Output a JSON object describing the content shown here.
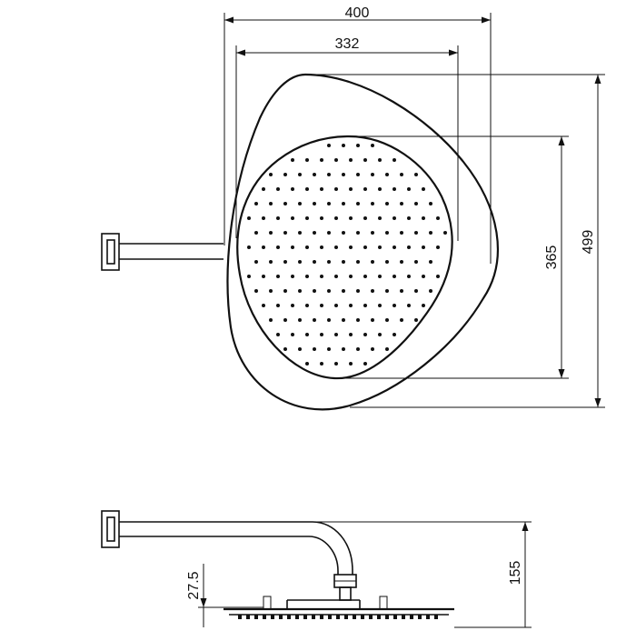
{
  "top_view": {
    "dimensions": {
      "overall_width": "400",
      "plate_width": "332",
      "plate_height": "365",
      "overall_height": "499"
    }
  },
  "side_view": {
    "dimensions": {
      "head_thickness": "27.5",
      "overall_drop": "155"
    }
  },
  "colors": {
    "line": "#111111",
    "background": "#ffffff"
  }
}
